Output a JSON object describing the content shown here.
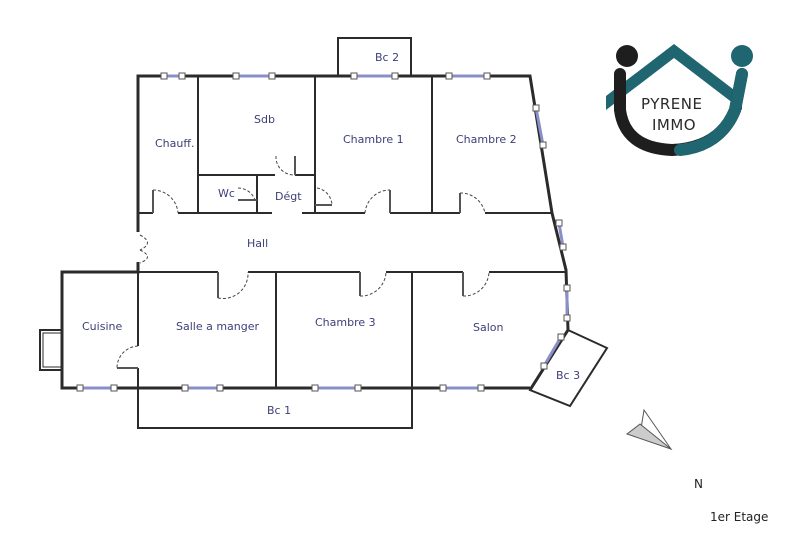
{
  "plan": {
    "floor_label": "1er Etage",
    "north_label": "N",
    "rooms": [
      {
        "id": "chauff",
        "label": "Chauff."
      },
      {
        "id": "sdb",
        "label": "Sdb"
      },
      {
        "id": "wc",
        "label": "Wc"
      },
      {
        "id": "degt",
        "label": "Dégt"
      },
      {
        "id": "chambre1",
        "label": "Chambre 1"
      },
      {
        "id": "chambre2",
        "label": "Chambre 2"
      },
      {
        "id": "bc2",
        "label": "Bc 2"
      },
      {
        "id": "hall",
        "label": "Hall"
      },
      {
        "id": "cuisine",
        "label": "Cuisine"
      },
      {
        "id": "salle",
        "label": "Salle a manger"
      },
      {
        "id": "chambre3",
        "label": "Chambre 3"
      },
      {
        "id": "salon",
        "label": "Salon"
      },
      {
        "id": "bc1",
        "label": "Bc 1"
      },
      {
        "id": "bc3",
        "label": "Bc 3"
      }
    ]
  },
  "logo": {
    "line1": "PYRENE",
    "line2": "IMMO",
    "color_teal": "#1f6670",
    "color_dark": "#1e1e1e"
  },
  "colors": {
    "wall": "#2b2b2b",
    "window": "#8a8fc8",
    "label": "#3d3f78"
  }
}
